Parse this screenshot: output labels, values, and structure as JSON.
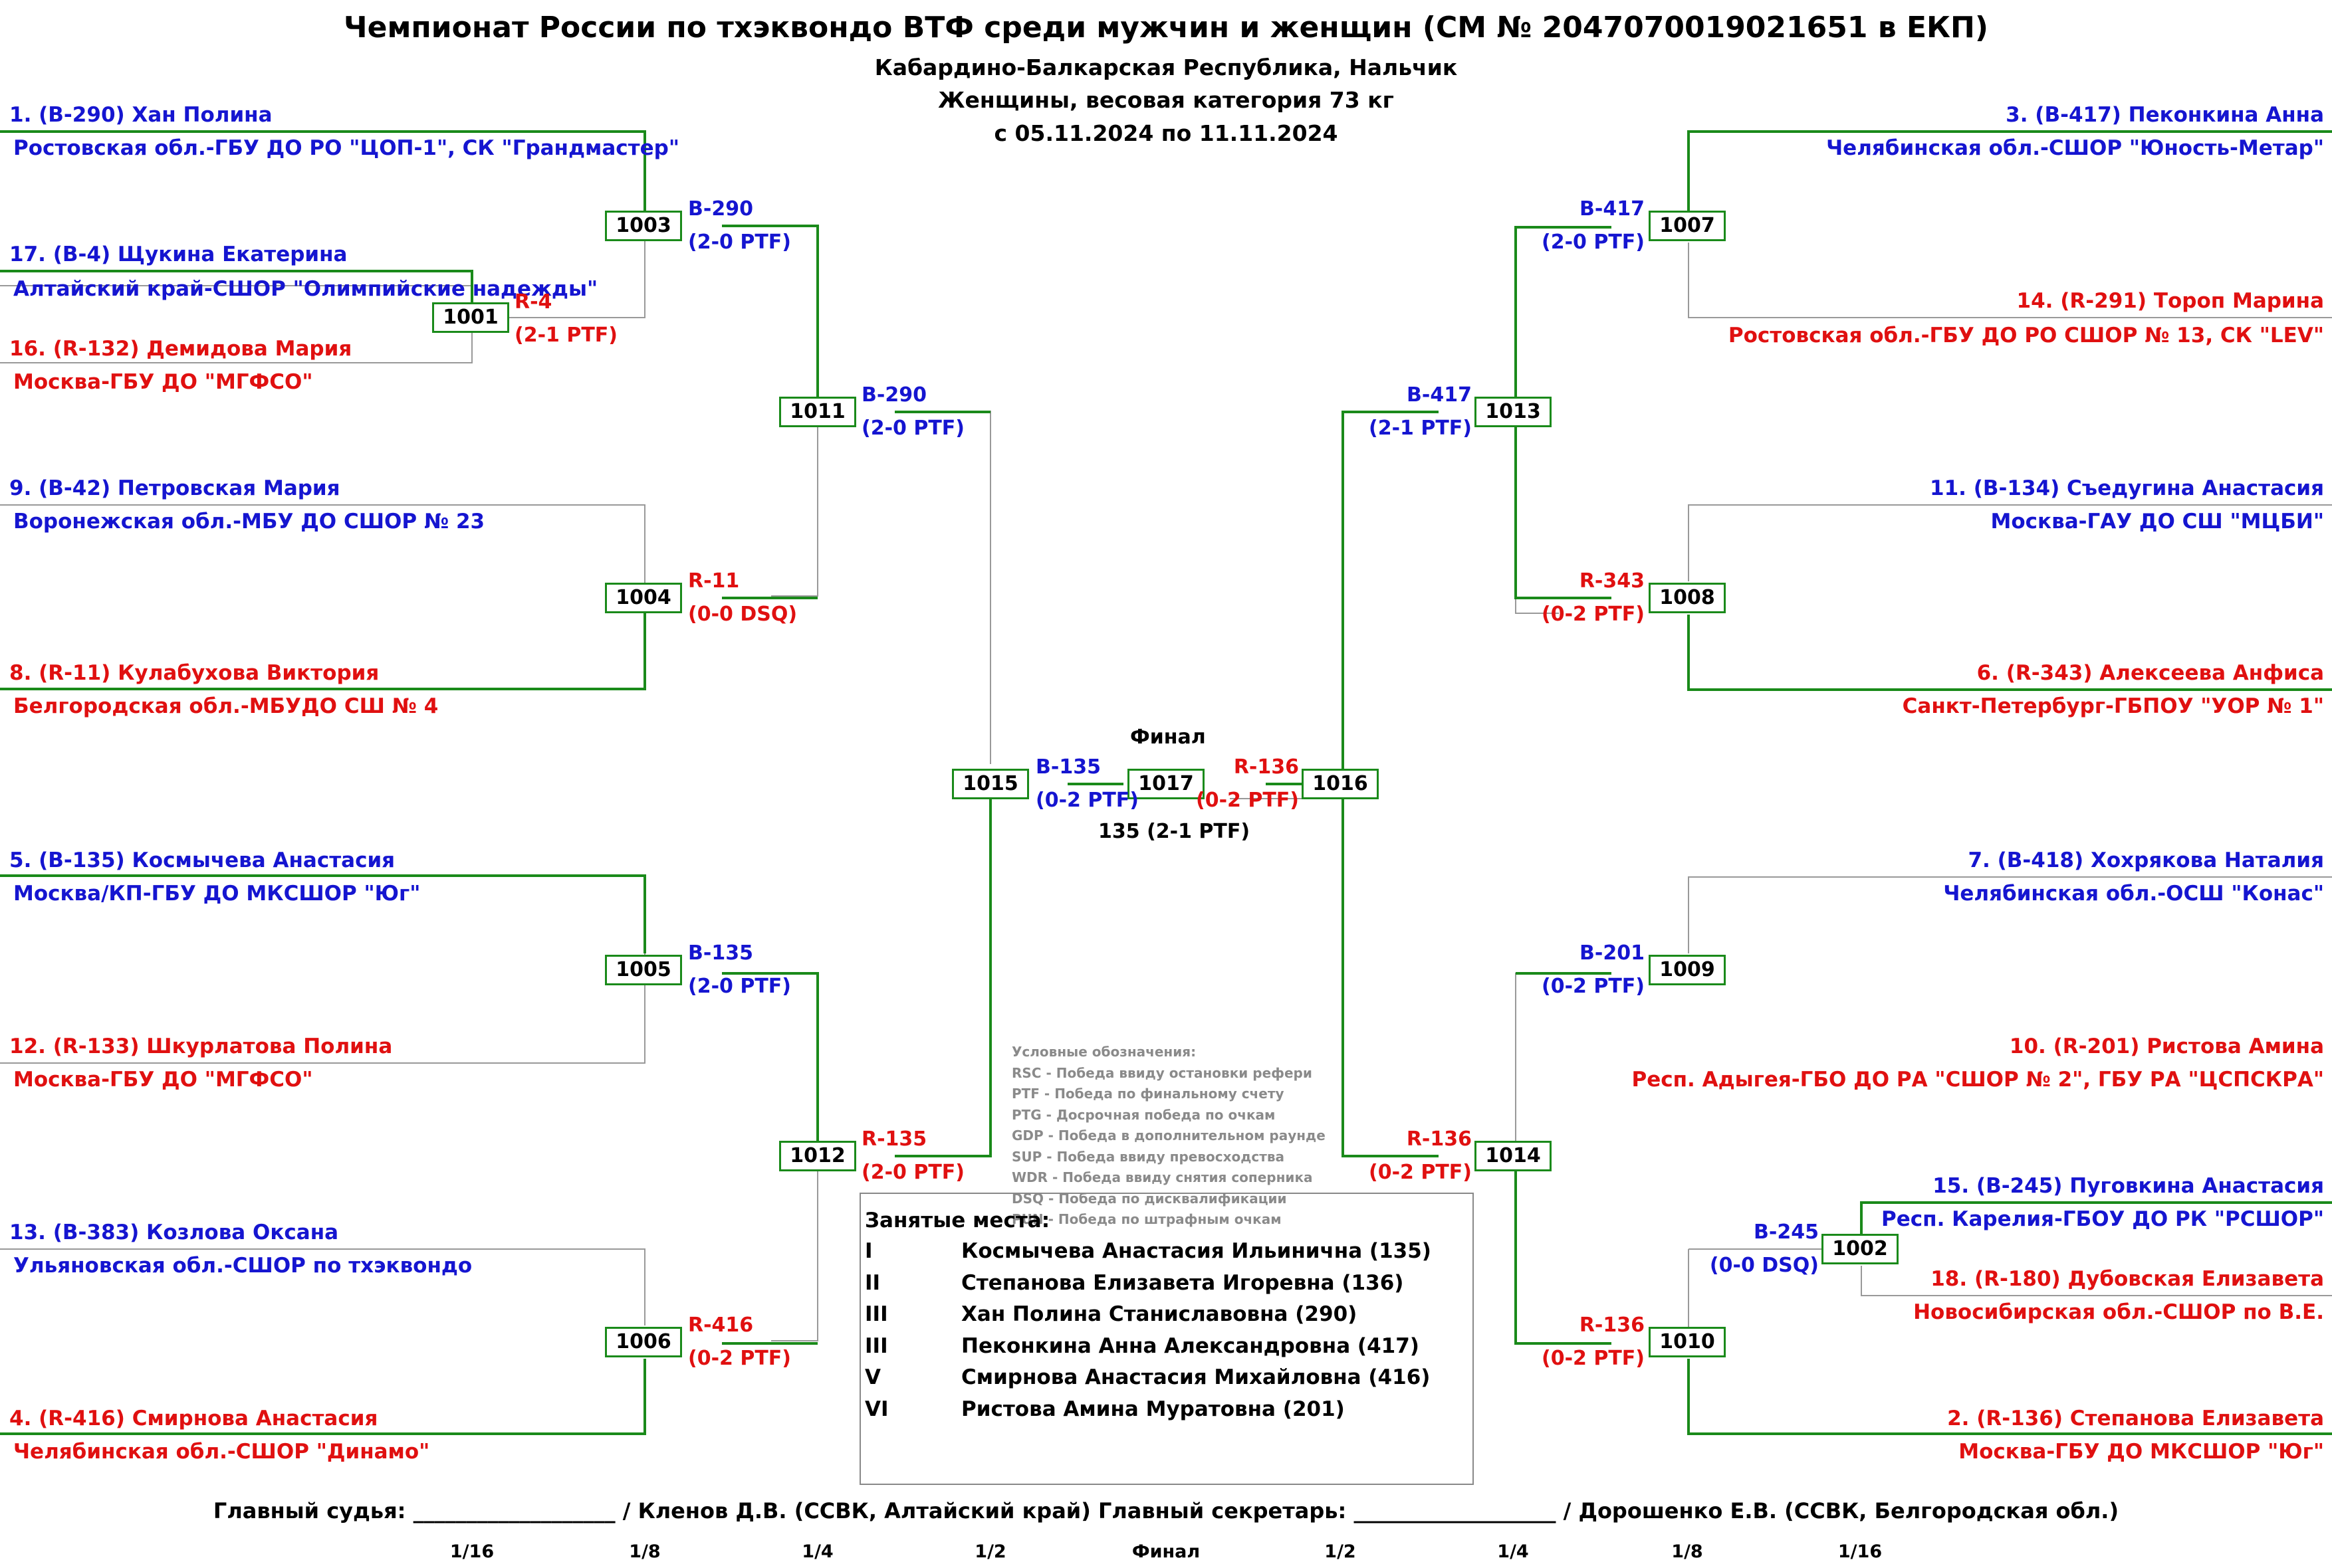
{
  "header": {
    "title": "Чемпионат России по тхэквондо ВТФ среди мужчин и женщин (СМ № 2047070019021651 в ЕКП)",
    "region": "Кабардино-Балкарская Республика, Нальчик",
    "category": "Женщины, весовая категория 73 кг",
    "dates": "с 05.11.2024 по 11.11.2024"
  },
  "participants": {
    "p1_name": "1. (B-290) Хан Полина",
    "p1_club": "Ростовская обл.-ГБУ ДО РО \"ЦОП-1\", СК \"Грандмастер\"",
    "p17_name": "17. (B-4) Щукина Екатерина",
    "p17_club": "Алтайский край-СШОР  \"Олимпийские надежды\"",
    "p16_name": "16. (R-132) Демидова Мария",
    "p16_club": "Москва-ГБУ ДО \"МГФСО\"",
    "p9_name": "9. (B-42) Петровская Мария",
    "p9_club": "Воронежская обл.-МБУ ДО СШОР № 23",
    "p8_name": "8. (R-11) Кулабухова Виктория",
    "p8_club": "Белгородская обл.-МБУДО СШ № 4",
    "p5_name": "5. (B-135) Космычева Анастасия",
    "p5_club": "Москва/КП-ГБУ ДО МКСШОР \"Юг\"",
    "p12_name": "12. (R-133) Шкурлатова Полина",
    "p12_club": "Москва-ГБУ ДО \"МГФСО\"",
    "p13_name": "13. (B-383) Козлова Оксана",
    "p13_club": "Ульяновская обл.-СШОР по тхэквондо",
    "p4_name": "4. (R-416) Смирнова Анастасия",
    "p4_club": "Челябинская обл.-СШОР \"Динамо\"",
    "p3_name": "3. (B-417) Пеконкина Анна",
    "p3_club": "Челябинская обл.-СШОР \"Юность-Метар\"",
    "p14_name": "14. (R-291) Тороп Марина",
    "p14_club": "Ростовская обл.-ГБУ ДО РО СШОР № 13, СК \"LEV\"",
    "p11_name": "11. (B-134) Съедугина Анастасия",
    "p11_club": "Москва-ГАУ ДО СШ \"МЦБИ\"",
    "p6_name": "6. (R-343) Алексеева Анфиса",
    "p6_club": "Санкт-Петербург-ГБПОУ \"УОР № 1\"",
    "p7_name": "7. (B-418) Хохрякова Наталия",
    "p7_club": "Челябинская обл.-ОСШ \"Конас\"",
    "p10_name": "10. (R-201) Ристова Амина",
    "p10_club": "Респ. Адыгея-ГБО ДО РА \"СШОР № 2\", ГБУ РА \"ЦСПСКРА\"",
    "p15_name": "15. (B-245) Пуговкина Анастасия",
    "p15_club": "Респ. Карелия-ГБОУ ДО РК \"РСШОР\"",
    "p18_name": "18. (R-180) Дубовская Елизавета",
    "p18_club": "Новосибирская обл.-СШОР по В.Е.",
    "p2_name": "2. (R-136) Степанова Елизавета",
    "p2_club": "Москва-ГБУ ДО МКСШОР \"Юг\""
  },
  "matches": {
    "m1001": "1001",
    "m1002": "1002",
    "m1003": "1003",
    "m1004": "1004",
    "m1005": "1005",
    "m1006": "1006",
    "m1007": "1007",
    "m1008": "1008",
    "m1009": "1009",
    "m1010": "1010",
    "m1011": "1011",
    "m1012": "1012",
    "m1013": "1013",
    "m1014": "1014",
    "m1015": "1015",
    "m1016": "1016",
    "m1017": "1017"
  },
  "results": {
    "r1001_id": "R-4",
    "r1001_score": "(2-1 PTF)",
    "r1002_id": "B-245",
    "r1002_score": "(0-0 DSQ)",
    "r1003_id": "B-290",
    "r1003_score": "(2-0 PTF)",
    "r1004_id": "R-11",
    "r1004_score": "(0-0 DSQ)",
    "r1005_id": "B-135",
    "r1005_score": "(2-0 PTF)",
    "r1006_id": "R-416",
    "r1006_score": "(0-2 PTF)",
    "r1007_id": "B-417",
    "r1007_score": "(2-0 PTF)",
    "r1008_id": "R-343",
    "r1008_score": "(0-2 PTF)",
    "r1009_id": "B-201",
    "r1009_score": "(0-2 PTF)",
    "r1010_id": "R-136",
    "r1010_score": "(0-2 PTF)",
    "r1011_id": "B-290",
    "r1011_score": "(2-0 PTF)",
    "r1012_id": "R-135",
    "r1012_score": "(2-0 PTF)",
    "r1013_id": "B-417",
    "r1013_score": "(2-1 PTF)",
    "r1014_id": "R-136",
    "r1014_score": "(0-2 PTF)",
    "r1015_id": "B-135",
    "r1015_score": "(0-2 PTF)",
    "r1016_id": "R-136",
    "r1016_score": "(0-2 PTF)",
    "final_label": "Финал",
    "final_result": "135 (2-1 PTF)"
  },
  "legend": {
    "title": "Условные обозначения:",
    "rsc": "RSC - Победа ввиду остановки рефери",
    "ptf": "PTF - Победа по финальному счету",
    "ptg": "PTG - Досрочная победа по очкам",
    "gdp": "GDP - Победа в дополнительном раунде",
    "sup": "SUP - Победа ввиду превосходства",
    "wdr": "WDR - Победа ввиду снятия соперника",
    "dsq": "DSQ - Победа по дисквалификации",
    "pun": "PUN - Победа по штрафным очкам"
  },
  "places": {
    "title": "Занятые места:",
    "p1_rank": "I",
    "p1_name": "Космычева Анастасия Ильинична  (135)",
    "p2_rank": "II",
    "p2_name": "Степанова Елизавета Игоревна  (136)",
    "p3_rank": "III",
    "p3_name": "Хан Полина Станиславовна (290)",
    "p4_rank": "III",
    "p4_name": "Пеконкина Анна Александровна (417)",
    "p5_rank": "V",
    "p5_name": "Смирнова Анастасия Михайловна (416)",
    "p6_rank": "VI",
    "p6_name": "Ристова Амина Муратовна (201)"
  },
  "footer": {
    "text": "Главный судья: ___________________ / Кленов Д.В. (ССВК, Алтайский край)   Главный секретарь: ___________________ / Дорошенко Е.В. (ССВК, Белгородская обл.)"
  },
  "rounds": {
    "r_left_16": "1/16",
    "r_left_8": "1/8",
    "r_left_4": "1/4",
    "r_left_2": "1/2",
    "r_final": "Финал",
    "r_right_2": "1/2",
    "r_right_4": "1/4",
    "r_right_8": "1/8",
    "r_right_16": "1/16"
  },
  "colors": {
    "blue": "#1515d0",
    "red": "#e01010",
    "green": "#1a8a1a",
    "gray": "#999999"
  }
}
